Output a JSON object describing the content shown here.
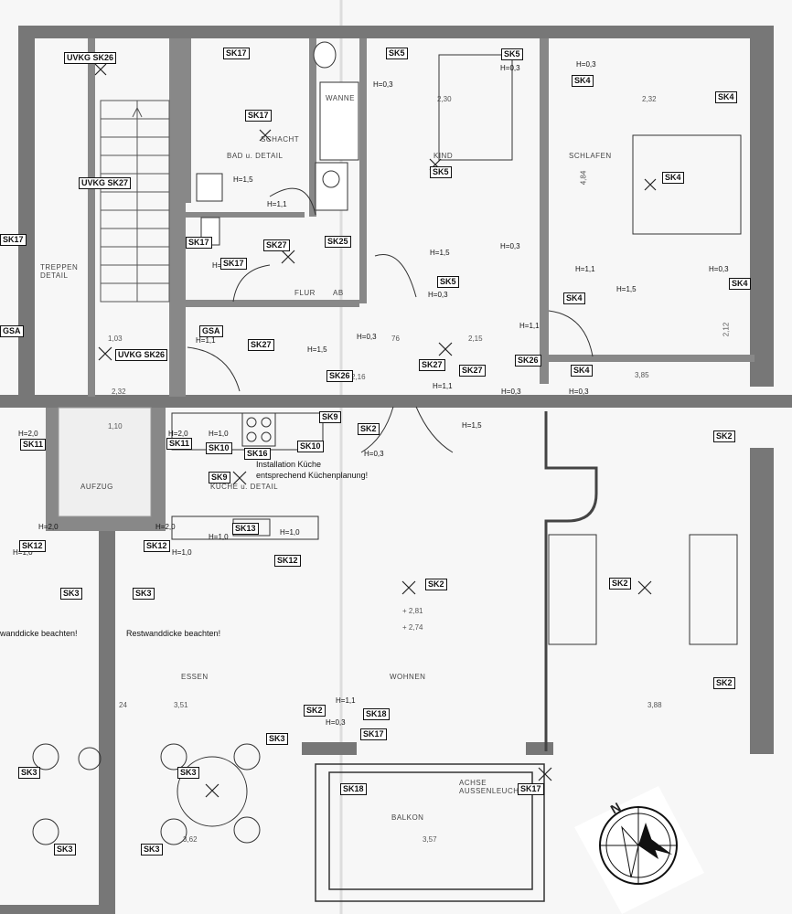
{
  "rooms": {
    "bad": "BAD u. DETAIL",
    "flur": "FLUR",
    "ab": "AB",
    "schlafen": "SCHLAFEN",
    "treppen": "TREPPEN DETAIL",
    "aufzug": "AUFZUG",
    "kueche": "KÜCHE u. DETAIL",
    "essen": "ESSEN",
    "wohnen": "WOHNEN",
    "balkon": "BALKON",
    "achse": "ACHSE AUSSENLEUCHTE",
    "schacht": "SCHACHT",
    "wanne": "WANNE",
    "kind": "KIND"
  },
  "notes": {
    "kueche_install_1": "Installation Küche",
    "kueche_install_2": "entsprechend Küchenplanung!",
    "restwand_left": "wanddicke beachten!",
    "restwand": "Restwanddicke beachten!"
  },
  "heights": {
    "h03": "H=0,3",
    "h11": "H=1,1",
    "h15": "H=1,5",
    "h20": "H=2,0",
    "h10": "H=1,0"
  },
  "dims": {
    "d232a": "2,32",
    "d232b": "2,32",
    "d230": "2,30",
    "d216": "2,16",
    "d215": "2,15",
    "d76": "76",
    "d385": "3,85",
    "d351": "3,51",
    "d388": "3,88",
    "d357": "3,57",
    "d362": "3,62",
    "d274": "+ 2,74",
    "d281": "+ 2,81",
    "d24": "24",
    "d110": "1,10",
    "d103": "1,03",
    "d484": "4,84",
    "d212": "2,12"
  },
  "north": "N"
}
